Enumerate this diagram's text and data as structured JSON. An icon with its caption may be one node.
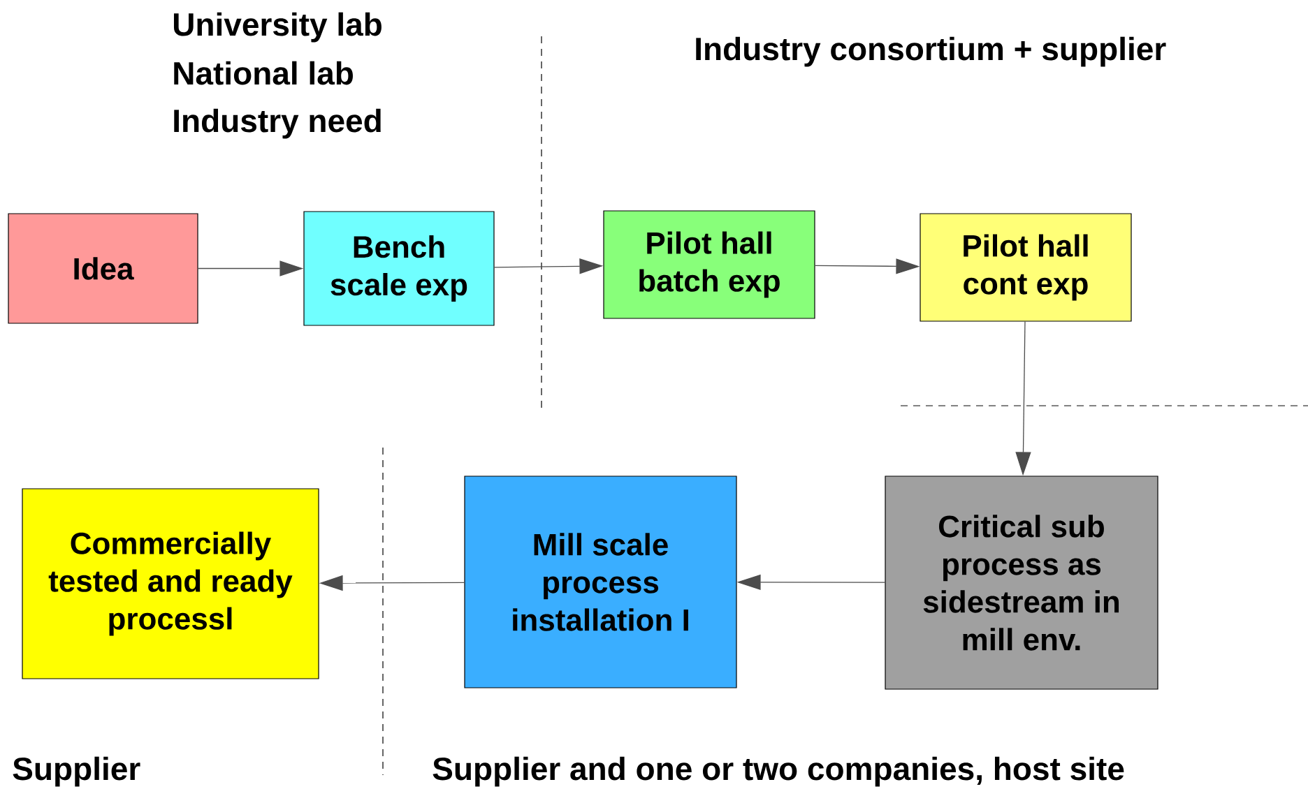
{
  "diagram": {
    "nodes": [
      {
        "text": [
          "Idea"
        ]
      },
      {
        "text": [
          "Bench scale exp"
        ]
      },
      {
        "text": [
          "Pilot hall batch exp"
        ]
      },
      {
        "text": [
          "Pilot hall cont exp"
        ]
      },
      {
        "text": [
          "Critical sub process as sidestream in mill env."
        ]
      },
      {
        "text": [
          "Mill scale process installation I"
        ]
      },
      {
        "text": [
          "Commercially tested and ready processl"
        ]
      }
    ],
    "edges": [
      {
        "from": 0,
        "to": 1,
        "arrow": "to"
      },
      {
        "from": 1,
        "to": 2,
        "arrow": "to"
      },
      {
        "from": 2,
        "to": 3,
        "arrow": "to"
      },
      {
        "from": 3,
        "to": 4,
        "arrow": "to"
      },
      {
        "from": 4,
        "to": 5,
        "arrow": "to"
      },
      {
        "from": 5,
        "to": 6,
        "arrow": "to"
      }
    ],
    "labels": [
      "University lab",
      "National lab",
      "Industry need",
      "Industry consortium + supplier",
      "Supplier",
      "Supplier and one or two companies, host site"
    ]
  }
}
